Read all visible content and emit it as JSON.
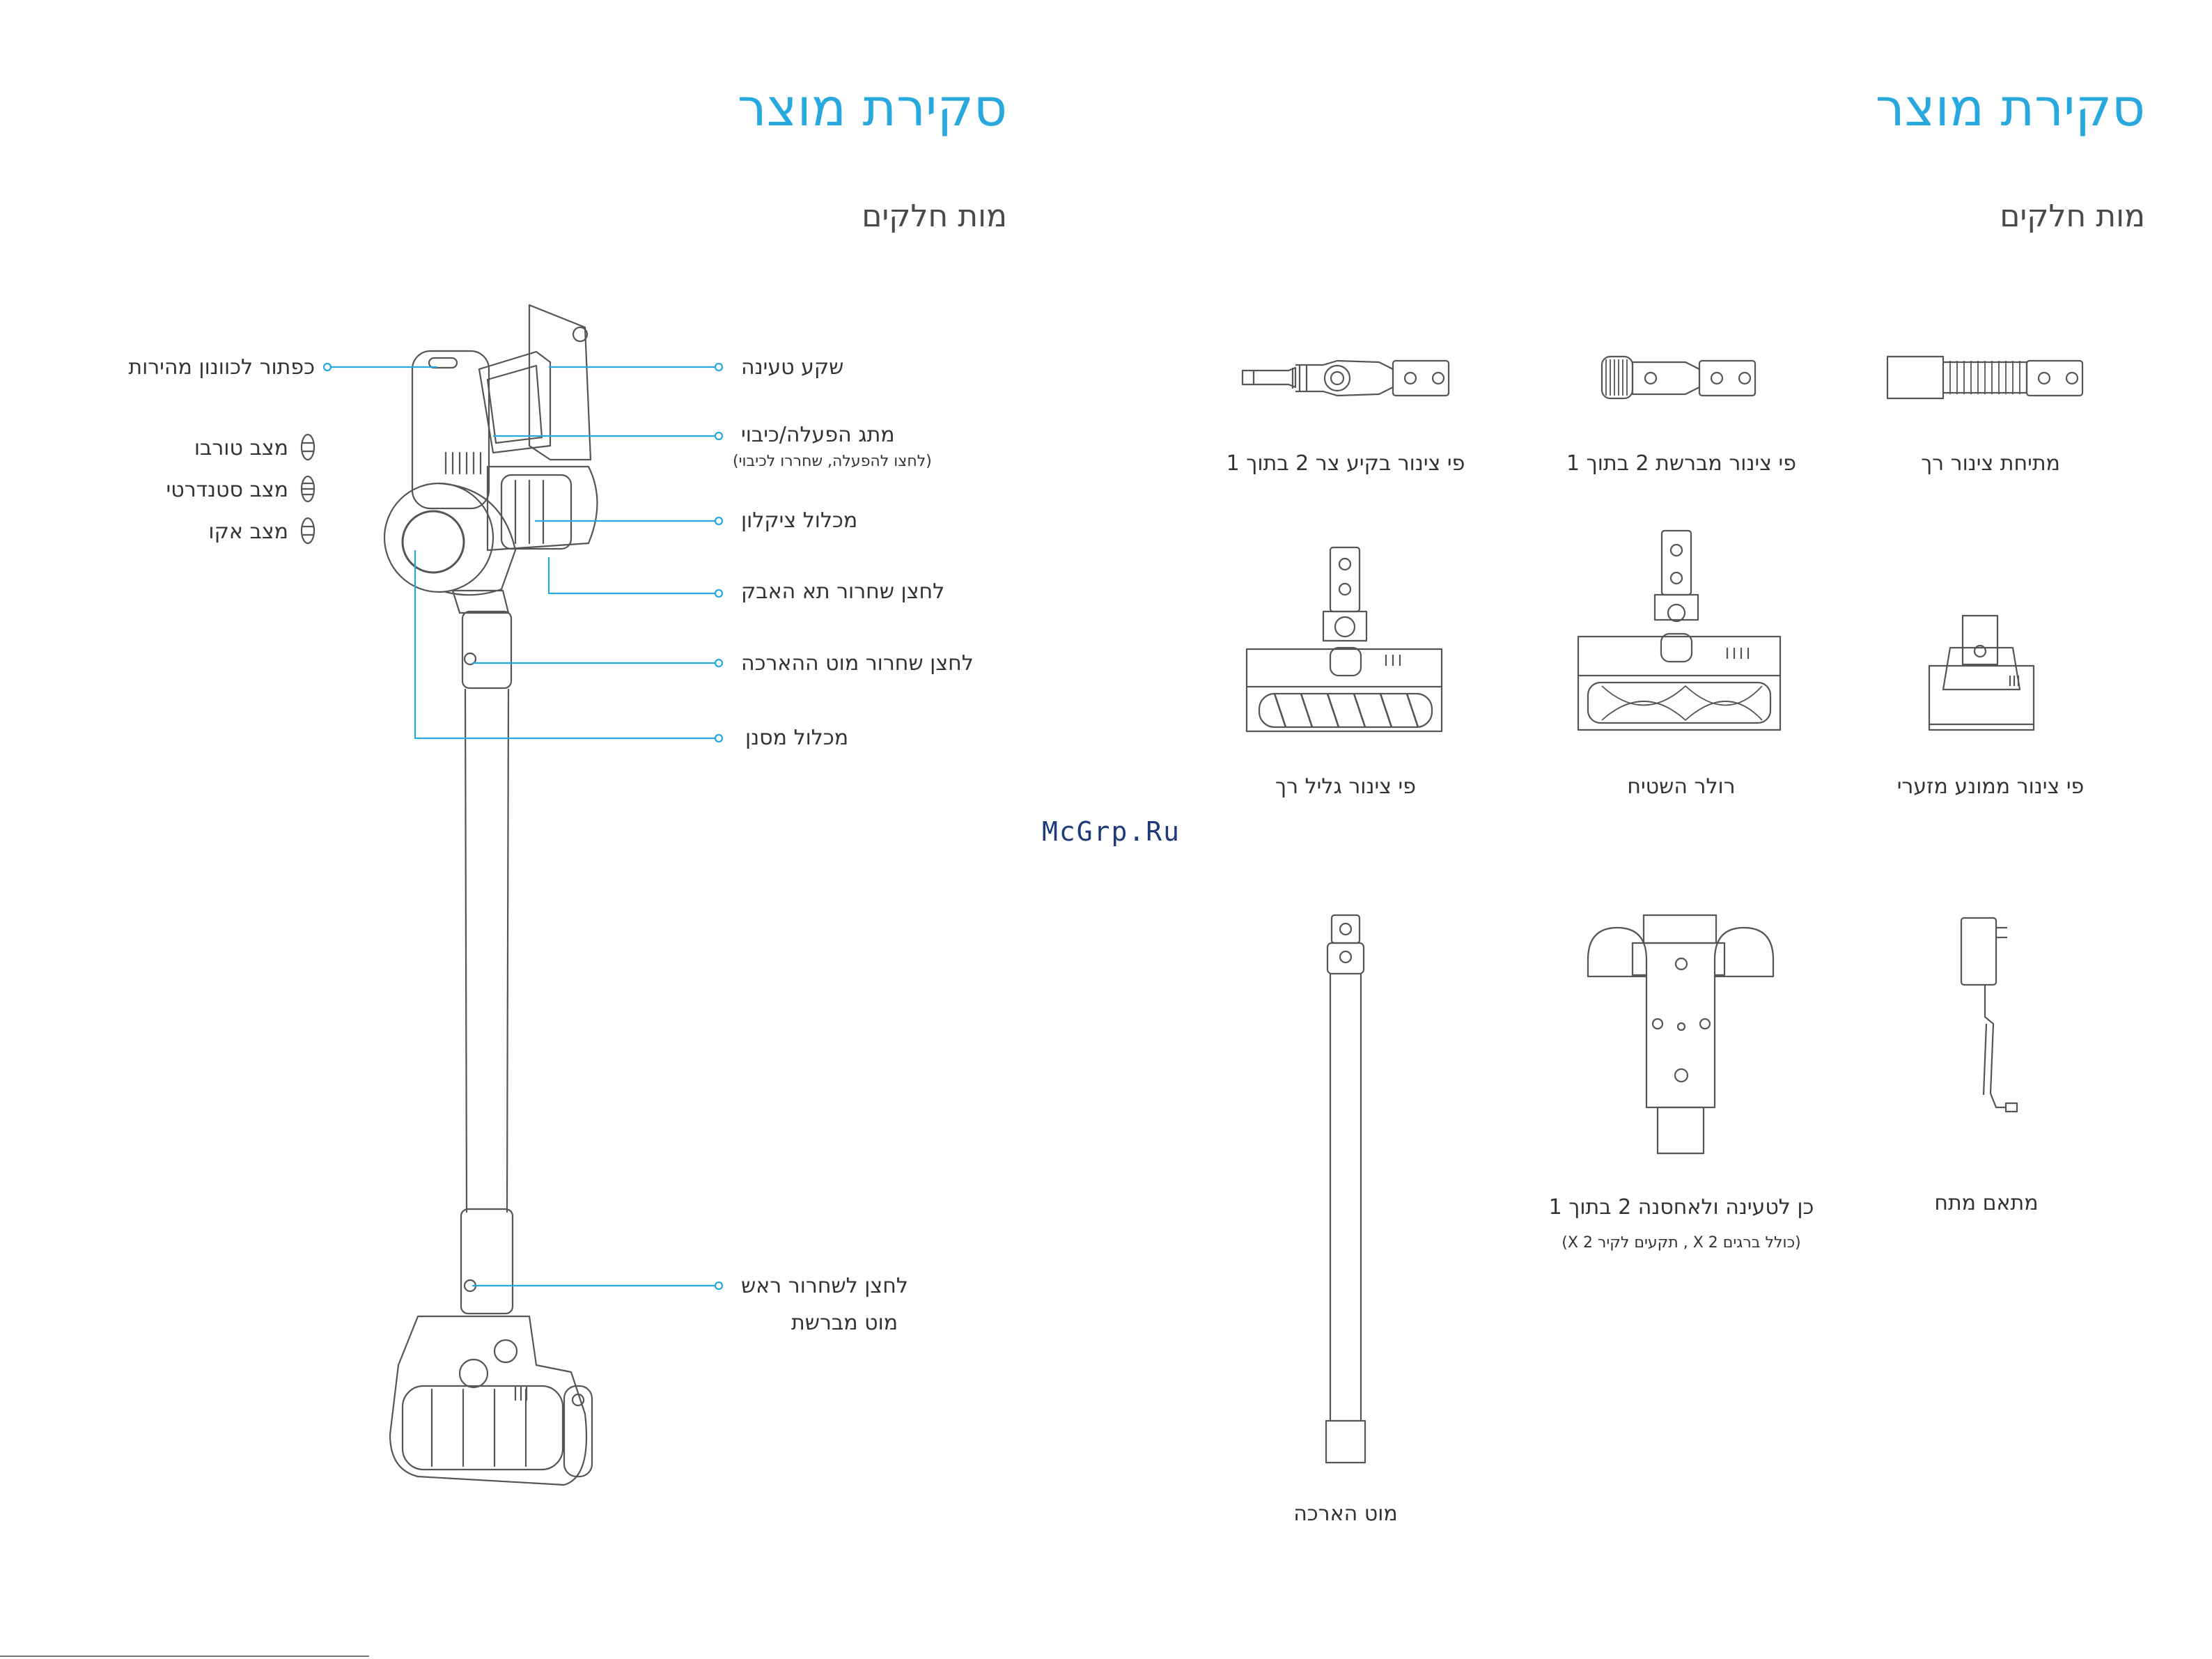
{
  "left_page": {
    "title": "סקירת מוצר",
    "subtitle": "מות חלקים",
    "callouts_right": [
      {
        "label": "שקע טעינה"
      },
      {
        "label": "מתג הפעלה/כיבוי",
        "note": "(לחצו להפעלה, שחררו לכיבוי)"
      },
      {
        "label": "מכלול ציקלון"
      },
      {
        "label": "לחצן שחרור תא האבק"
      },
      {
        "label": "לחצן שחרור  מוט ההארכה"
      },
      {
        "label": "מכלול מסנן"
      },
      {
        "label": "לחצן לשחרור ראש",
        "note": "מוט מברשת"
      }
    ],
    "callouts_left": {
      "speed_button": "כפתור לכוונון מהירות",
      "modes": [
        "מצב טורבו",
        "מצב סטנדרטי",
        "מצב אקו"
      ]
    }
  },
  "right_page": {
    "title": "סקירת מוצר",
    "subtitle": "מות חלקים",
    "row1": [
      "מתיחת צינור רך",
      "פי צינור מברשת 2 בתוך 1",
      "פי צינור בקיע צר 2 בתוך 1"
    ],
    "row2": [
      "פי צינור ממונע מזערי",
      "רולר השטיח",
      "פי צינור גליל רך"
    ],
    "row3": {
      "adapter": "מתאם מתח",
      "dock": "כן לטעינה ולאחסנה 2 בתוך 1",
      "dock_note": "(כולל ברגים X 2 , תקעים לקיר X 2)",
      "rod": "מוט הארכה"
    }
  },
  "watermark": "McGrp.Ru",
  "colors": {
    "accent": "#27a8df",
    "line": "#555555",
    "watermark": "#1f3a78"
  }
}
